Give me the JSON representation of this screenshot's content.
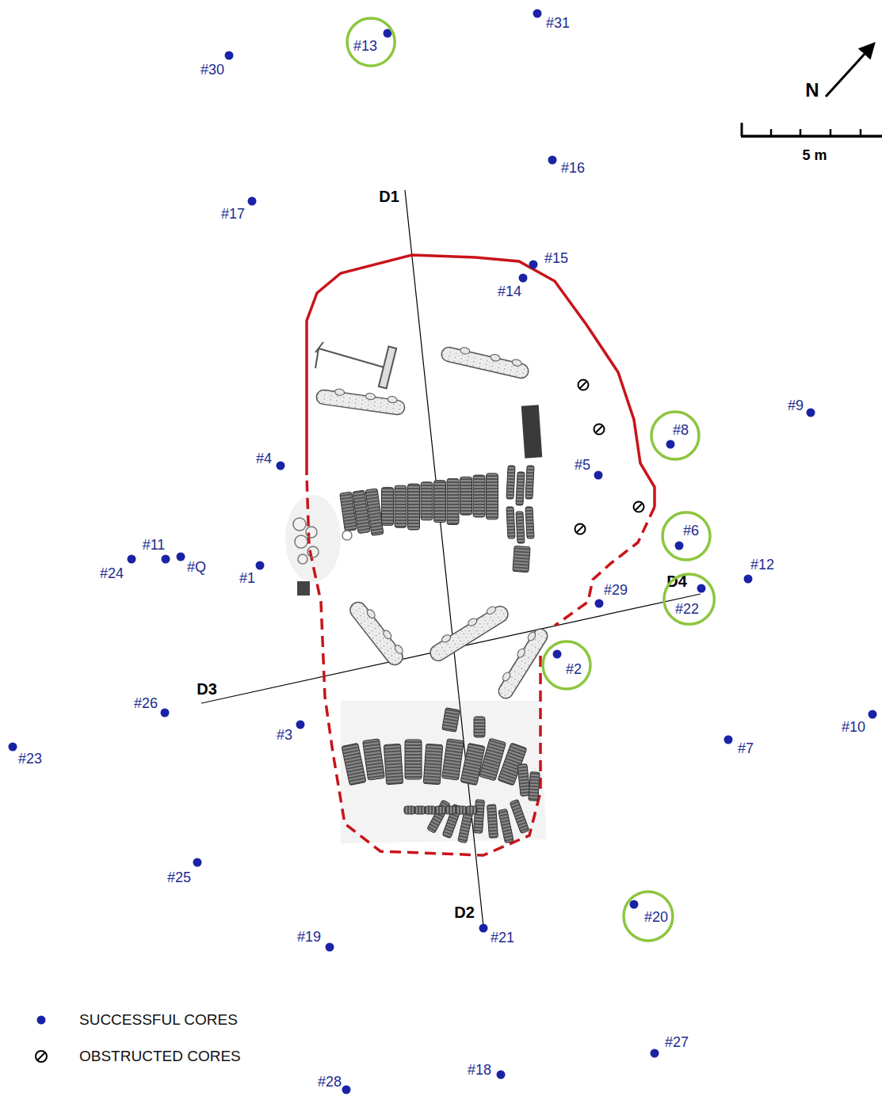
{
  "diagram": {
    "nodes": [
      {
        "text": [
          "#13"
        ]
      },
      {
        "text": [
          "#8"
        ]
      },
      {
        "text": [
          "#6"
        ]
      },
      {
        "text": [
          "#22"
        ]
      },
      {
        "text": [
          "#2"
        ]
      },
      {
        "text": [
          "#20"
        ]
      }
    ],
    "edges": [],
    "labels": [
      "N",
      "5 m",
      "D1",
      "D2",
      "D3",
      "D4",
      "#31",
      "#30",
      "#17",
      "#16",
      "#15",
      "#14",
      "#9",
      "#4",
      "#5",
      "#11",
      "#24",
      "#Q",
      "#1",
      "#12",
      "#29",
      "#26",
      "#3",
      "#23",
      "#10",
      "#7",
      "#25",
      "#19",
      "#21",
      "#28",
      "#18",
      "#27"
    ],
    "legend": [
      {
        "text": "SUCCESSFUL CORES"
      },
      {
        "text": "OBSTRUCTED CORES"
      }
    ]
  }
}
